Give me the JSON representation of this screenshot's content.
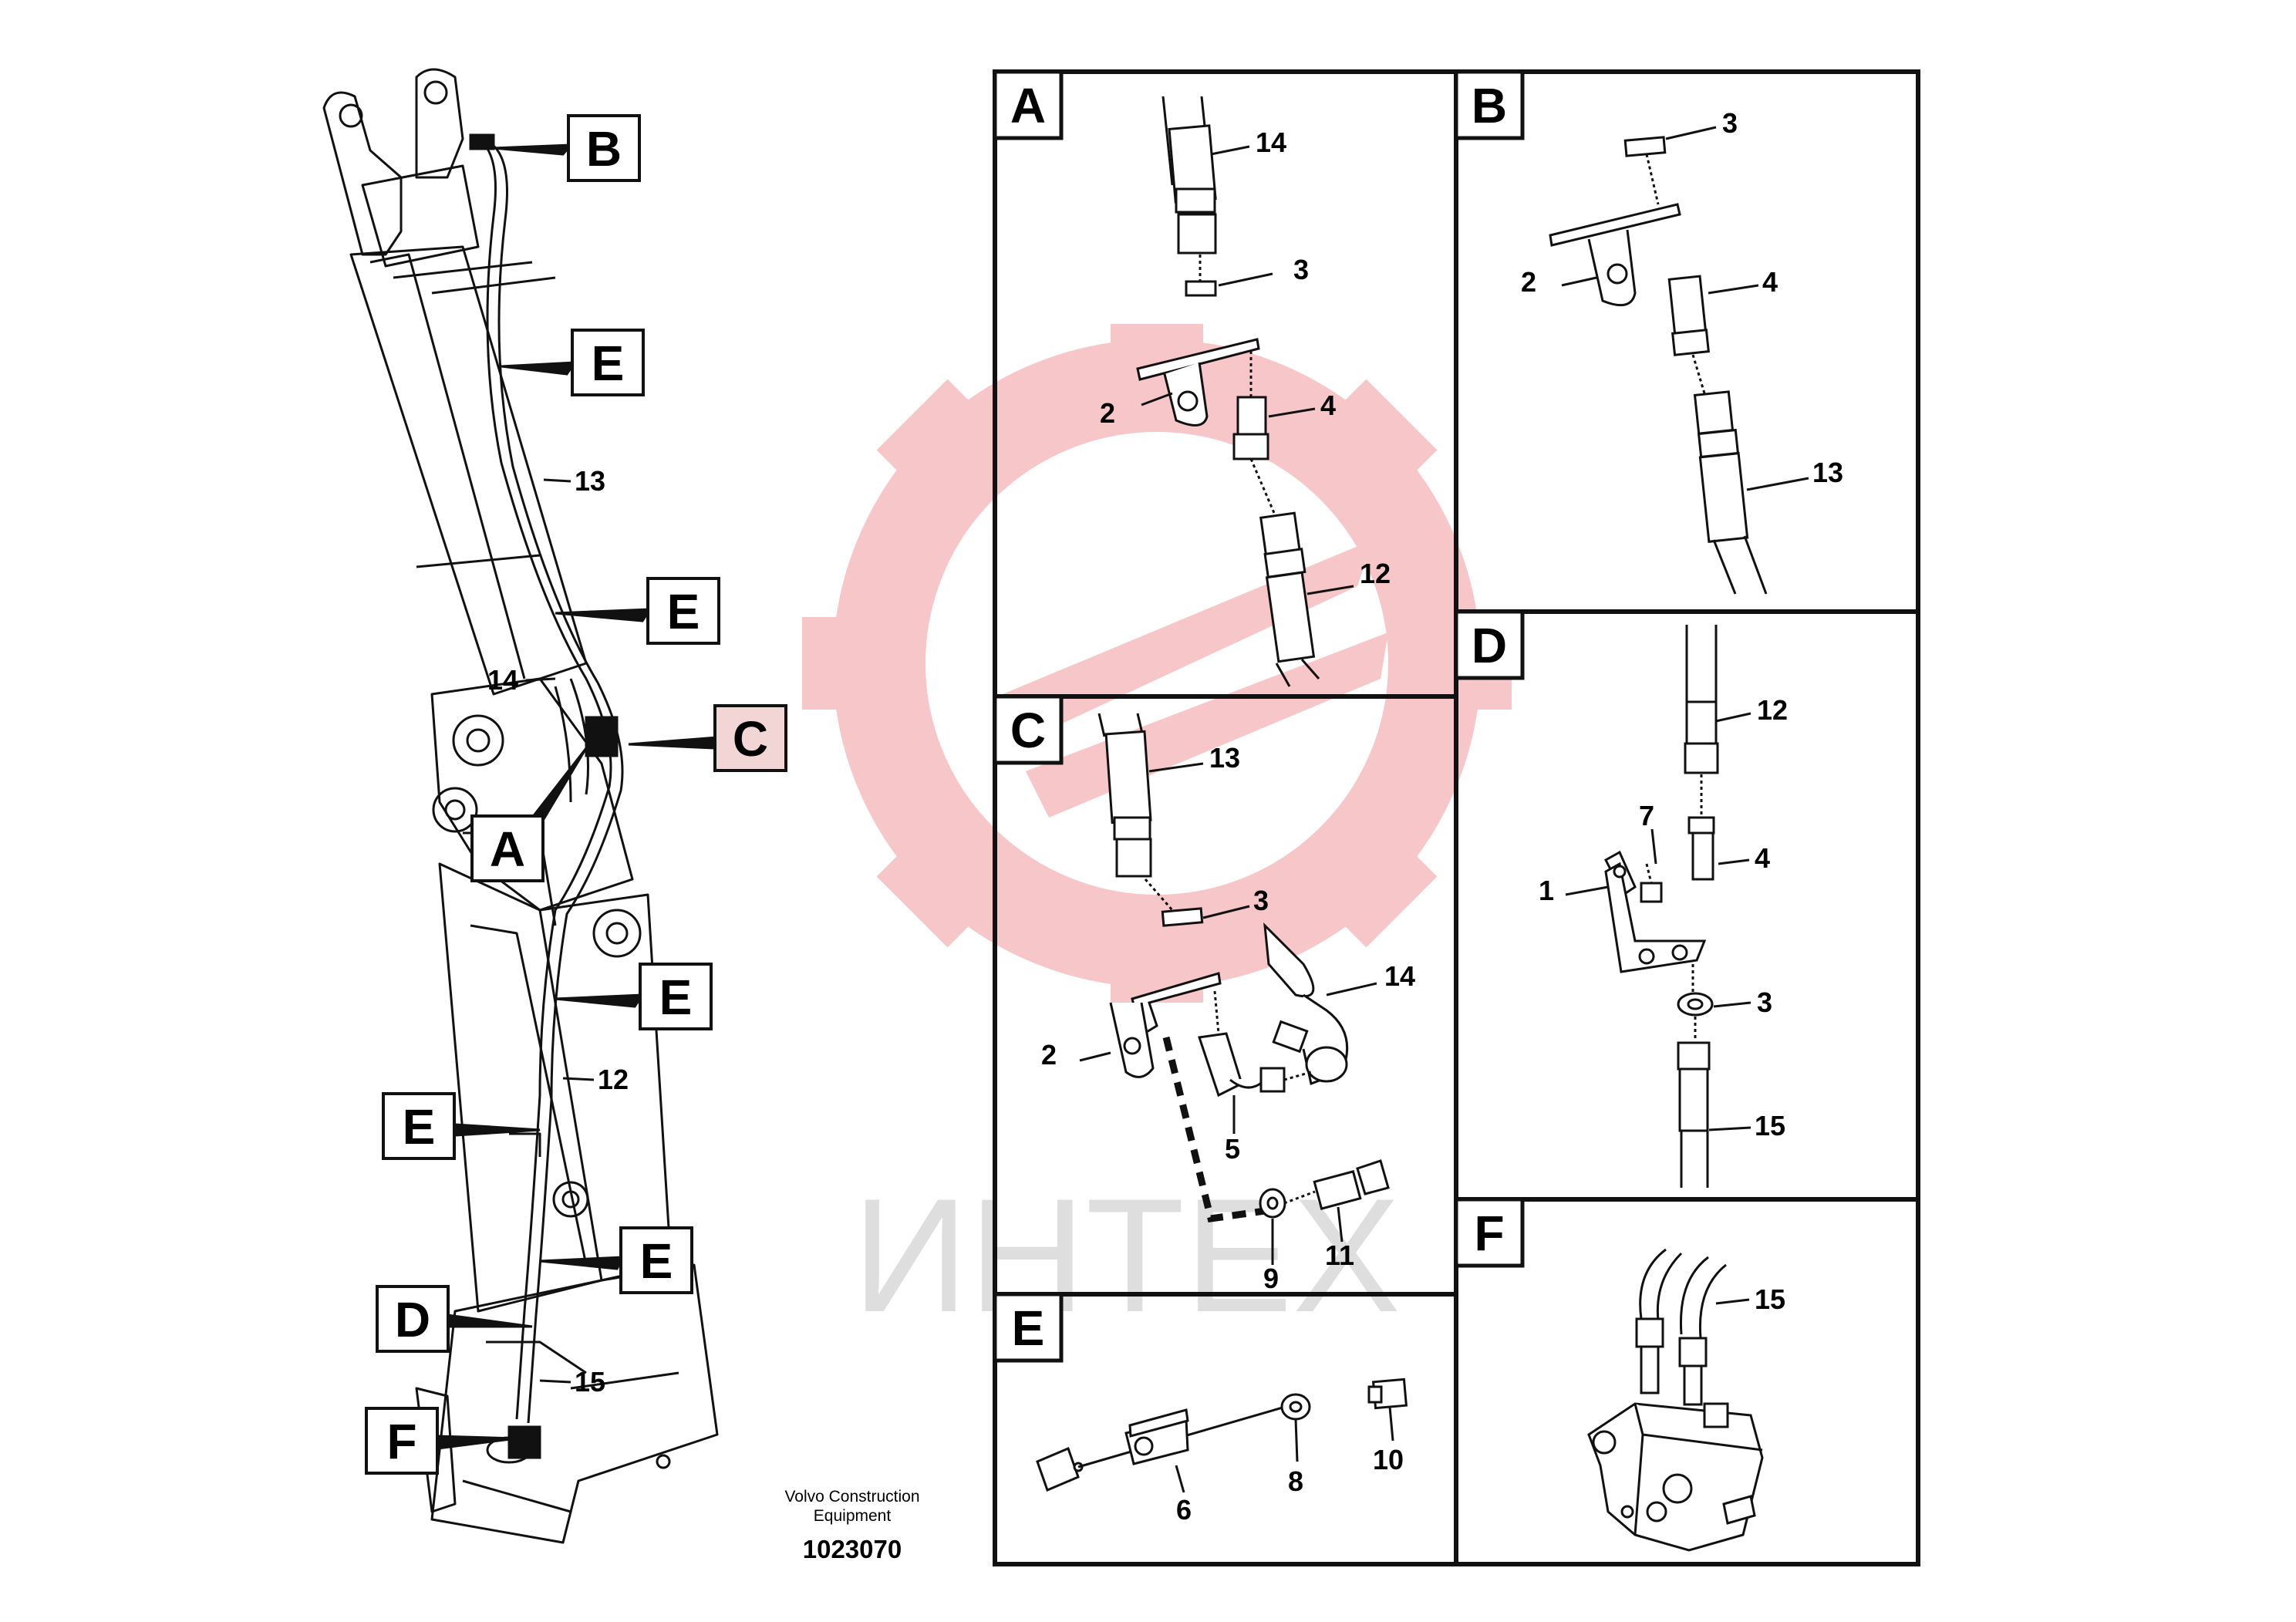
{
  "watermark": {
    "text": "ИНТЕХ",
    "logo_color": "#f2a5a8",
    "text_color": "#d9d9d9"
  },
  "main_view": {
    "callouts": [
      "B",
      "E",
      "E",
      "C",
      "A",
      "E",
      "E",
      "E",
      "D",
      "F"
    ],
    "part_labels": [
      "13",
      "14",
      "12",
      "15"
    ]
  },
  "caption": {
    "line1": "Volvo Construction",
    "line2": "Equipment",
    "drawing_number": "1023070"
  },
  "panels": [
    {
      "letter": "A",
      "labels": [
        "14",
        "3",
        "2",
        "4",
        "12"
      ]
    },
    {
      "letter": "B",
      "labels": [
        "3",
        "2",
        "4",
        "13"
      ]
    },
    {
      "letter": "C",
      "labels": [
        "13",
        "3",
        "14",
        "2",
        "5",
        "9",
        "11"
      ]
    },
    {
      "letter": "D",
      "labels": [
        "12",
        "7",
        "4",
        "1",
        "3",
        "15"
      ]
    },
    {
      "letter": "E",
      "labels": [
        "6",
        "8",
        "10"
      ]
    },
    {
      "letter": "F",
      "labels": [
        "15"
      ]
    }
  ],
  "colors": {
    "line": "#111111",
    "callout_c_fill": "#f2d5d5"
  }
}
